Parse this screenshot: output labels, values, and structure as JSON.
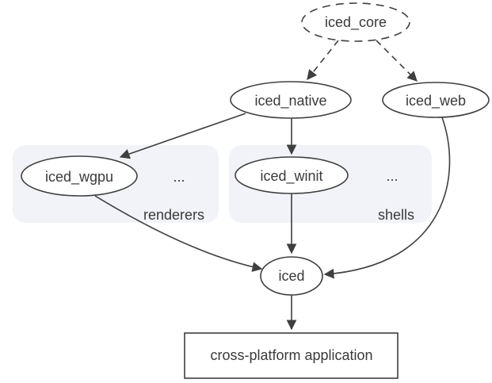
{
  "diagram": {
    "nodes": {
      "iced_core": {
        "label": "iced_core",
        "shape": "ellipse",
        "border": "dashed"
      },
      "iced_native": {
        "label": "iced_native",
        "shape": "ellipse",
        "border": "solid"
      },
      "iced_web": {
        "label": "iced_web",
        "shape": "ellipse",
        "border": "solid"
      },
      "iced_wgpu": {
        "label": "iced_wgpu",
        "shape": "ellipse",
        "border": "solid"
      },
      "iced_winit": {
        "label": "iced_winit",
        "shape": "ellipse",
        "border": "solid"
      },
      "iced": {
        "label": "iced",
        "shape": "ellipse",
        "border": "solid"
      },
      "app": {
        "label": "cross-platform application",
        "shape": "rectangle",
        "border": "solid"
      }
    },
    "groups": {
      "renderers": {
        "label": "renderers",
        "ellipsis": "..."
      },
      "shells": {
        "label": "shells",
        "ellipsis": "..."
      }
    },
    "edges": [
      {
        "from": "iced_core",
        "to": "iced_native",
        "style": "dashed"
      },
      {
        "from": "iced_core",
        "to": "iced_web",
        "style": "dashed"
      },
      {
        "from": "iced_native",
        "to": "iced_wgpu",
        "style": "solid"
      },
      {
        "from": "iced_native",
        "to": "iced_winit",
        "style": "solid"
      },
      {
        "from": "iced_wgpu",
        "to": "iced",
        "style": "solid"
      },
      {
        "from": "iced_winit",
        "to": "iced",
        "style": "solid"
      },
      {
        "from": "iced_web",
        "to": "iced",
        "style": "solid"
      },
      {
        "from": "iced",
        "to": "app",
        "style": "solid"
      }
    ],
    "colors": {
      "background": "#ffffff",
      "stroke": "#3f3f3f",
      "text": "#3a3a3a",
      "group_fill": "#f1f3f8",
      "group_label_blue": "#1a73e8"
    }
  }
}
